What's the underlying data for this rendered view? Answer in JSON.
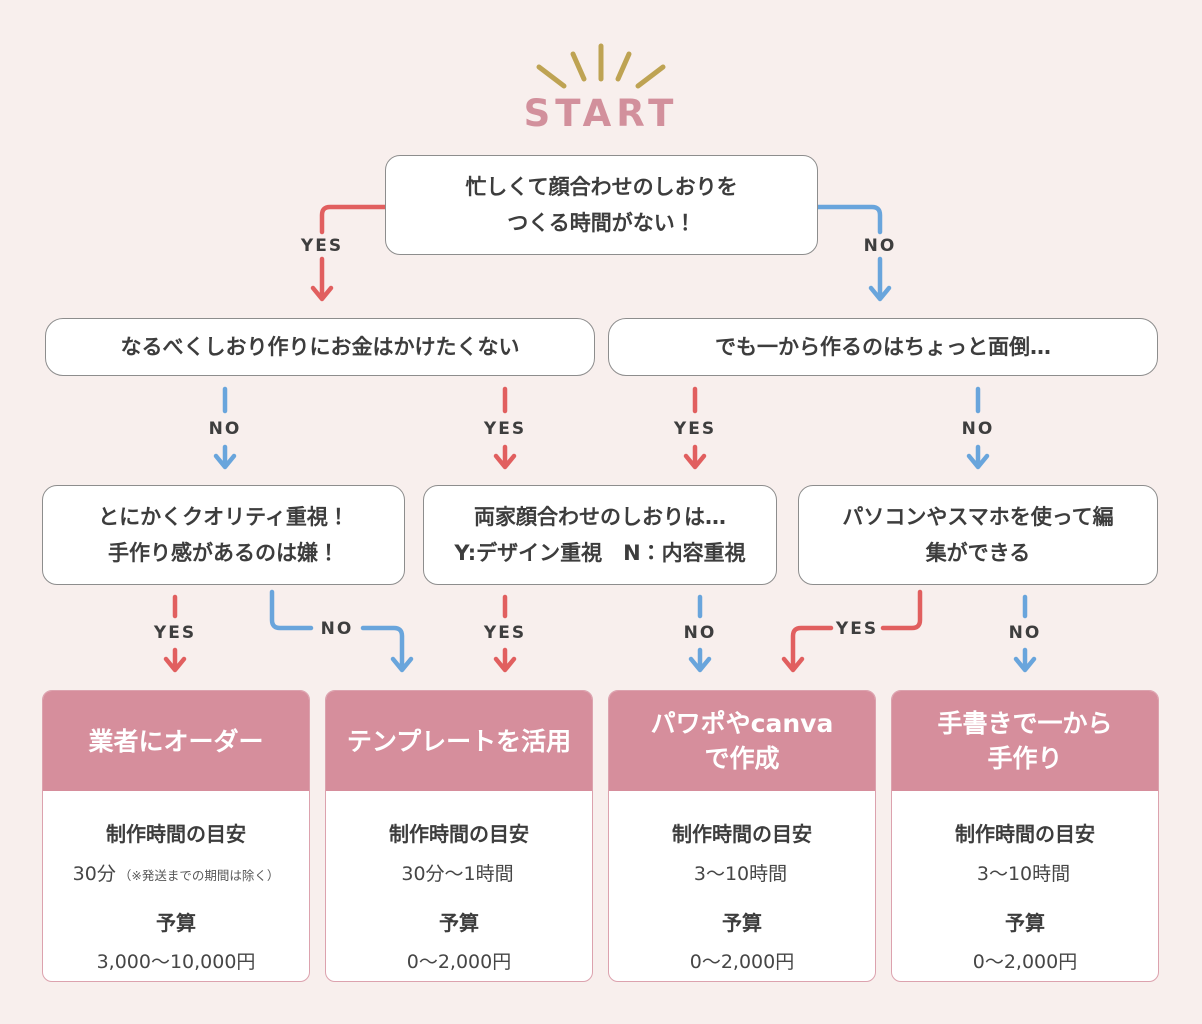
{
  "page": {
    "background": "#f8efed"
  },
  "start": {
    "label": "START",
    "text_color": "#d2909c",
    "rays_color": "#bea353"
  },
  "edge_labels": {
    "yes": "YES",
    "no": "NO"
  },
  "edge_colors": {
    "yes": "#e15f5f",
    "no": "#69a5dc"
  },
  "nodes": {
    "start_question": {
      "text": "忙しくて顔合わせのしおりを\nつくる時間がない！"
    },
    "no_money": {
      "text": "なるべくしおり作りにお金はかけたくない"
    },
    "lazy": {
      "text": "でも一から作るのはちょっと面倒…"
    },
    "quality": {
      "text": "とにかくクオリティ重視！\n手作り感があるのは嫌！"
    },
    "booklet_priority": {
      "text": "両家顔合わせのしおりは…\nY:デザイン重視　N：内容重視"
    },
    "pc_edit": {
      "text": "パソコンやスマホを使って編\n集ができる"
    }
  },
  "cards": [
    {
      "title": "業者にオーダー",
      "time_label": "制作時間の目安",
      "time": "30分",
      "time_note": "（※発送までの期間は除く）",
      "budget_label": "予算",
      "budget": "3,000〜10,000円",
      "header_color": "#d68e9c"
    },
    {
      "title": "テンプレートを活用",
      "time_label": "制作時間の目安",
      "time": "30分〜1時間",
      "time_note": "",
      "budget_label": "予算",
      "budget": "0〜2,000円",
      "header_color": "#d68e9c"
    },
    {
      "title": "パワポやcanva\nで作成",
      "time_label": "制作時間の目安",
      "time": "3〜10時間",
      "time_note": "",
      "budget_label": "予算",
      "budget": "0〜2,000円",
      "header_color": "#d68e9c"
    },
    {
      "title": "手書きで一から\n手作り",
      "time_label": "制作時間の目安",
      "time": "3〜10時間",
      "time_note": "",
      "budget_label": "予算",
      "budget": "0〜2,000円",
      "header_color": "#d68e9c"
    }
  ]
}
